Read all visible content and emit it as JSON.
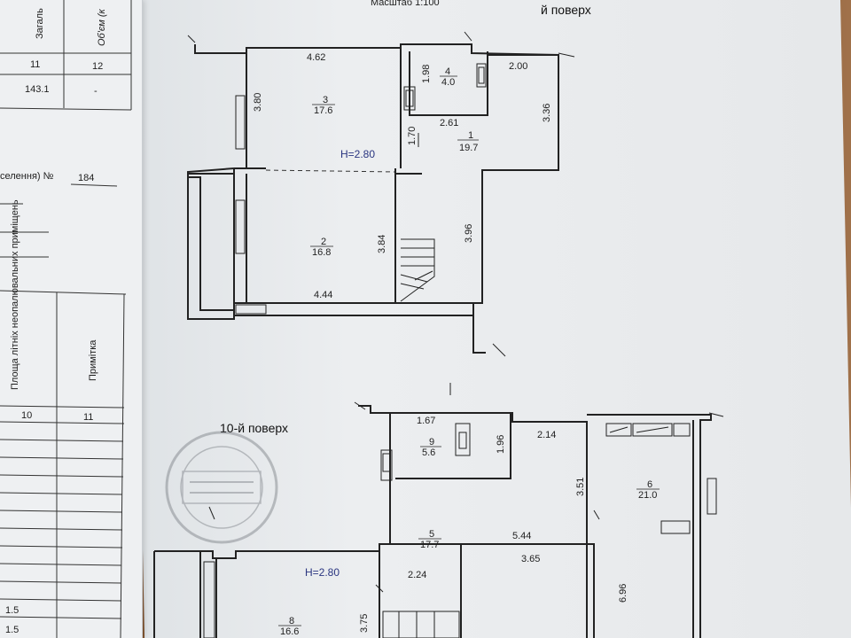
{
  "scale_label": "Масштаб 1:100",
  "floor_top_label": "й поверх",
  "floor_bottom_label": "10-й поверх",
  "left_table_top": {
    "header_1": "Загаль",
    "header_2": "Об'єм (к",
    "col_num_1": "11",
    "col_num_2": "12",
    "value_1": "143.1",
    "value_2": "-"
  },
  "settlement": {
    "label": "селення) №",
    "number": "184"
  },
  "left_table_bottom": {
    "header_1": "Площа літніх неопалювальних приміщень",
    "header_2": "Примітка",
    "col_num_1": "10",
    "col_num_2": "11",
    "row_values": [
      "1.5",
      "1.5"
    ]
  },
  "upper_plan": {
    "height_label": "Н=2.80",
    "dims": [
      "4.62",
      "3.80",
      "1.98",
      "2.00",
      "3.36",
      "2.61",
      "1.70",
      "3.96",
      "3.84",
      "4.44"
    ],
    "rooms": [
      {
        "num": "3",
        "area": "17.6"
      },
      {
        "num": "4",
        "area": "4.0"
      },
      {
        "num": "1",
        "area": "19.7"
      },
      {
        "num": "2",
        "area": "16.8"
      }
    ]
  },
  "lower_plan": {
    "height_label": "Н=2.80",
    "dims": [
      "1.67",
      "1.96",
      "2.14",
      "3.51",
      "5.44",
      "3.65",
      "2.24",
      "6.96",
      "3.75"
    ],
    "rooms": [
      {
        "num": "9",
        "area": "5.6"
      },
      {
        "num": "6",
        "area": "21.0"
      },
      {
        "num": "5",
        "area": "17.7"
      },
      {
        "num": "8",
        "area": "16.6"
      }
    ]
  }
}
